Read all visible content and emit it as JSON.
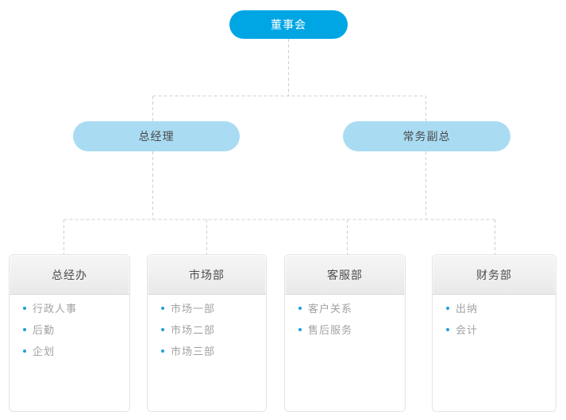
{
  "colors": {
    "accent_blue": "#00a6e4",
    "light_blue": "#a9dcf2",
    "bullet_blue": "#1f9fdb",
    "connector_gray": "#cfcfcf",
    "header_text": "#4d4d4d",
    "item_text": "#a2a2a2",
    "canvas_bg": "#ffffff"
  },
  "org": {
    "root": {
      "label": "董事会"
    },
    "managers": [
      {
        "label": "总经理"
      },
      {
        "label": "常务副总"
      }
    ],
    "departments": [
      {
        "title": "总经办",
        "items": [
          "行政人事",
          "后勤",
          "企划"
        ]
      },
      {
        "title": "市场部",
        "items": [
          "市场一部",
          "市场二部",
          "市场三部"
        ]
      },
      {
        "title": "客服部",
        "items": [
          "客户关系",
          "售后服务"
        ]
      },
      {
        "title": "财务部",
        "items": [
          "出纳",
          "会计"
        ]
      }
    ]
  }
}
